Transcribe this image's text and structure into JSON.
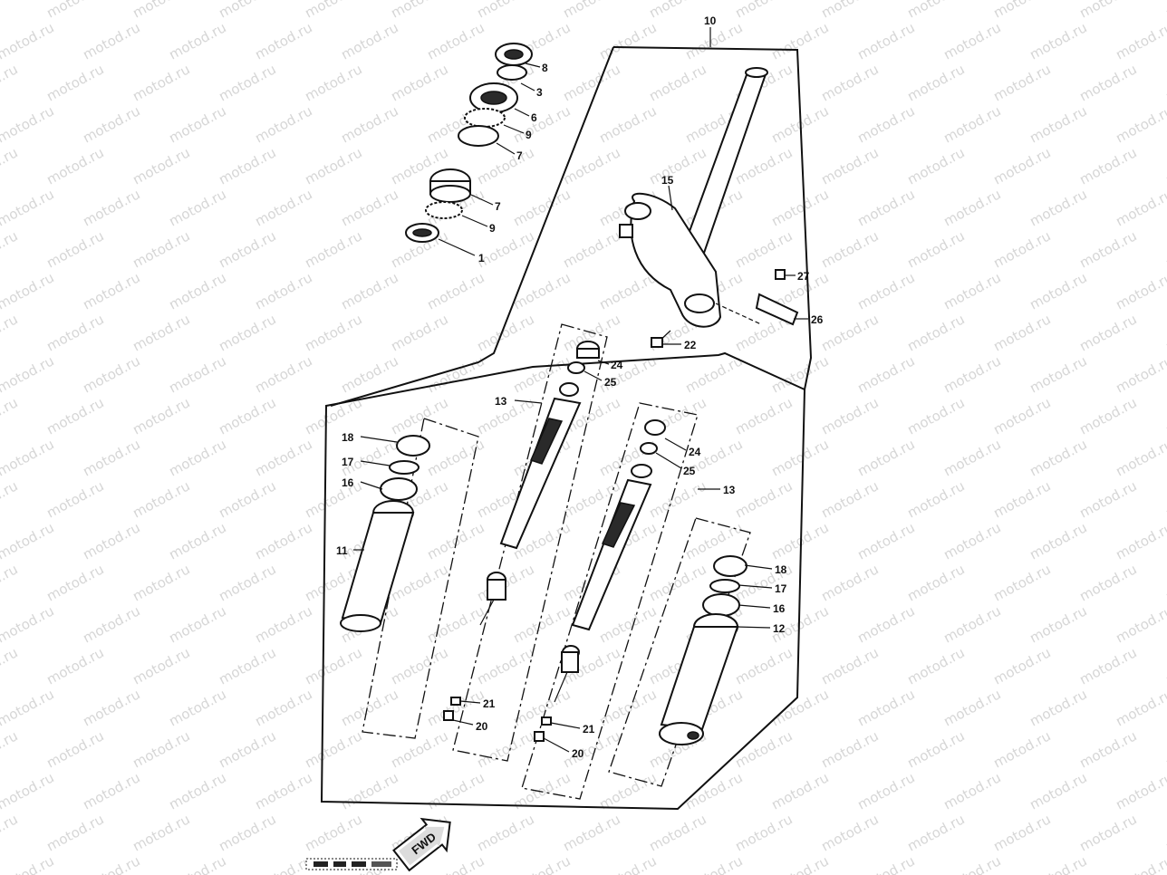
{
  "watermark": "motod.ru",
  "callouts": {
    "p10": "10",
    "p8": "8",
    "p3": "3",
    "p6": "6",
    "p9a": "9",
    "p7a": "7",
    "p7b": "7",
    "p9b": "9",
    "p1": "1",
    "p15": "15",
    "p27": "27",
    "p26": "26",
    "p22": "22",
    "p24a": "24",
    "p25a": "25",
    "p13a": "13",
    "p24b": "24",
    "p25b": "25",
    "p13b": "13",
    "p18a": "18",
    "p17a": "17",
    "p16a": "16",
    "p11": "11",
    "p18b": "18",
    "p17b": "17",
    "p16b": "16",
    "p12": "12",
    "p21a": "21",
    "p20a": "20",
    "p21b": "21",
    "p20b": "20"
  },
  "fwd_badge": "FWD"
}
